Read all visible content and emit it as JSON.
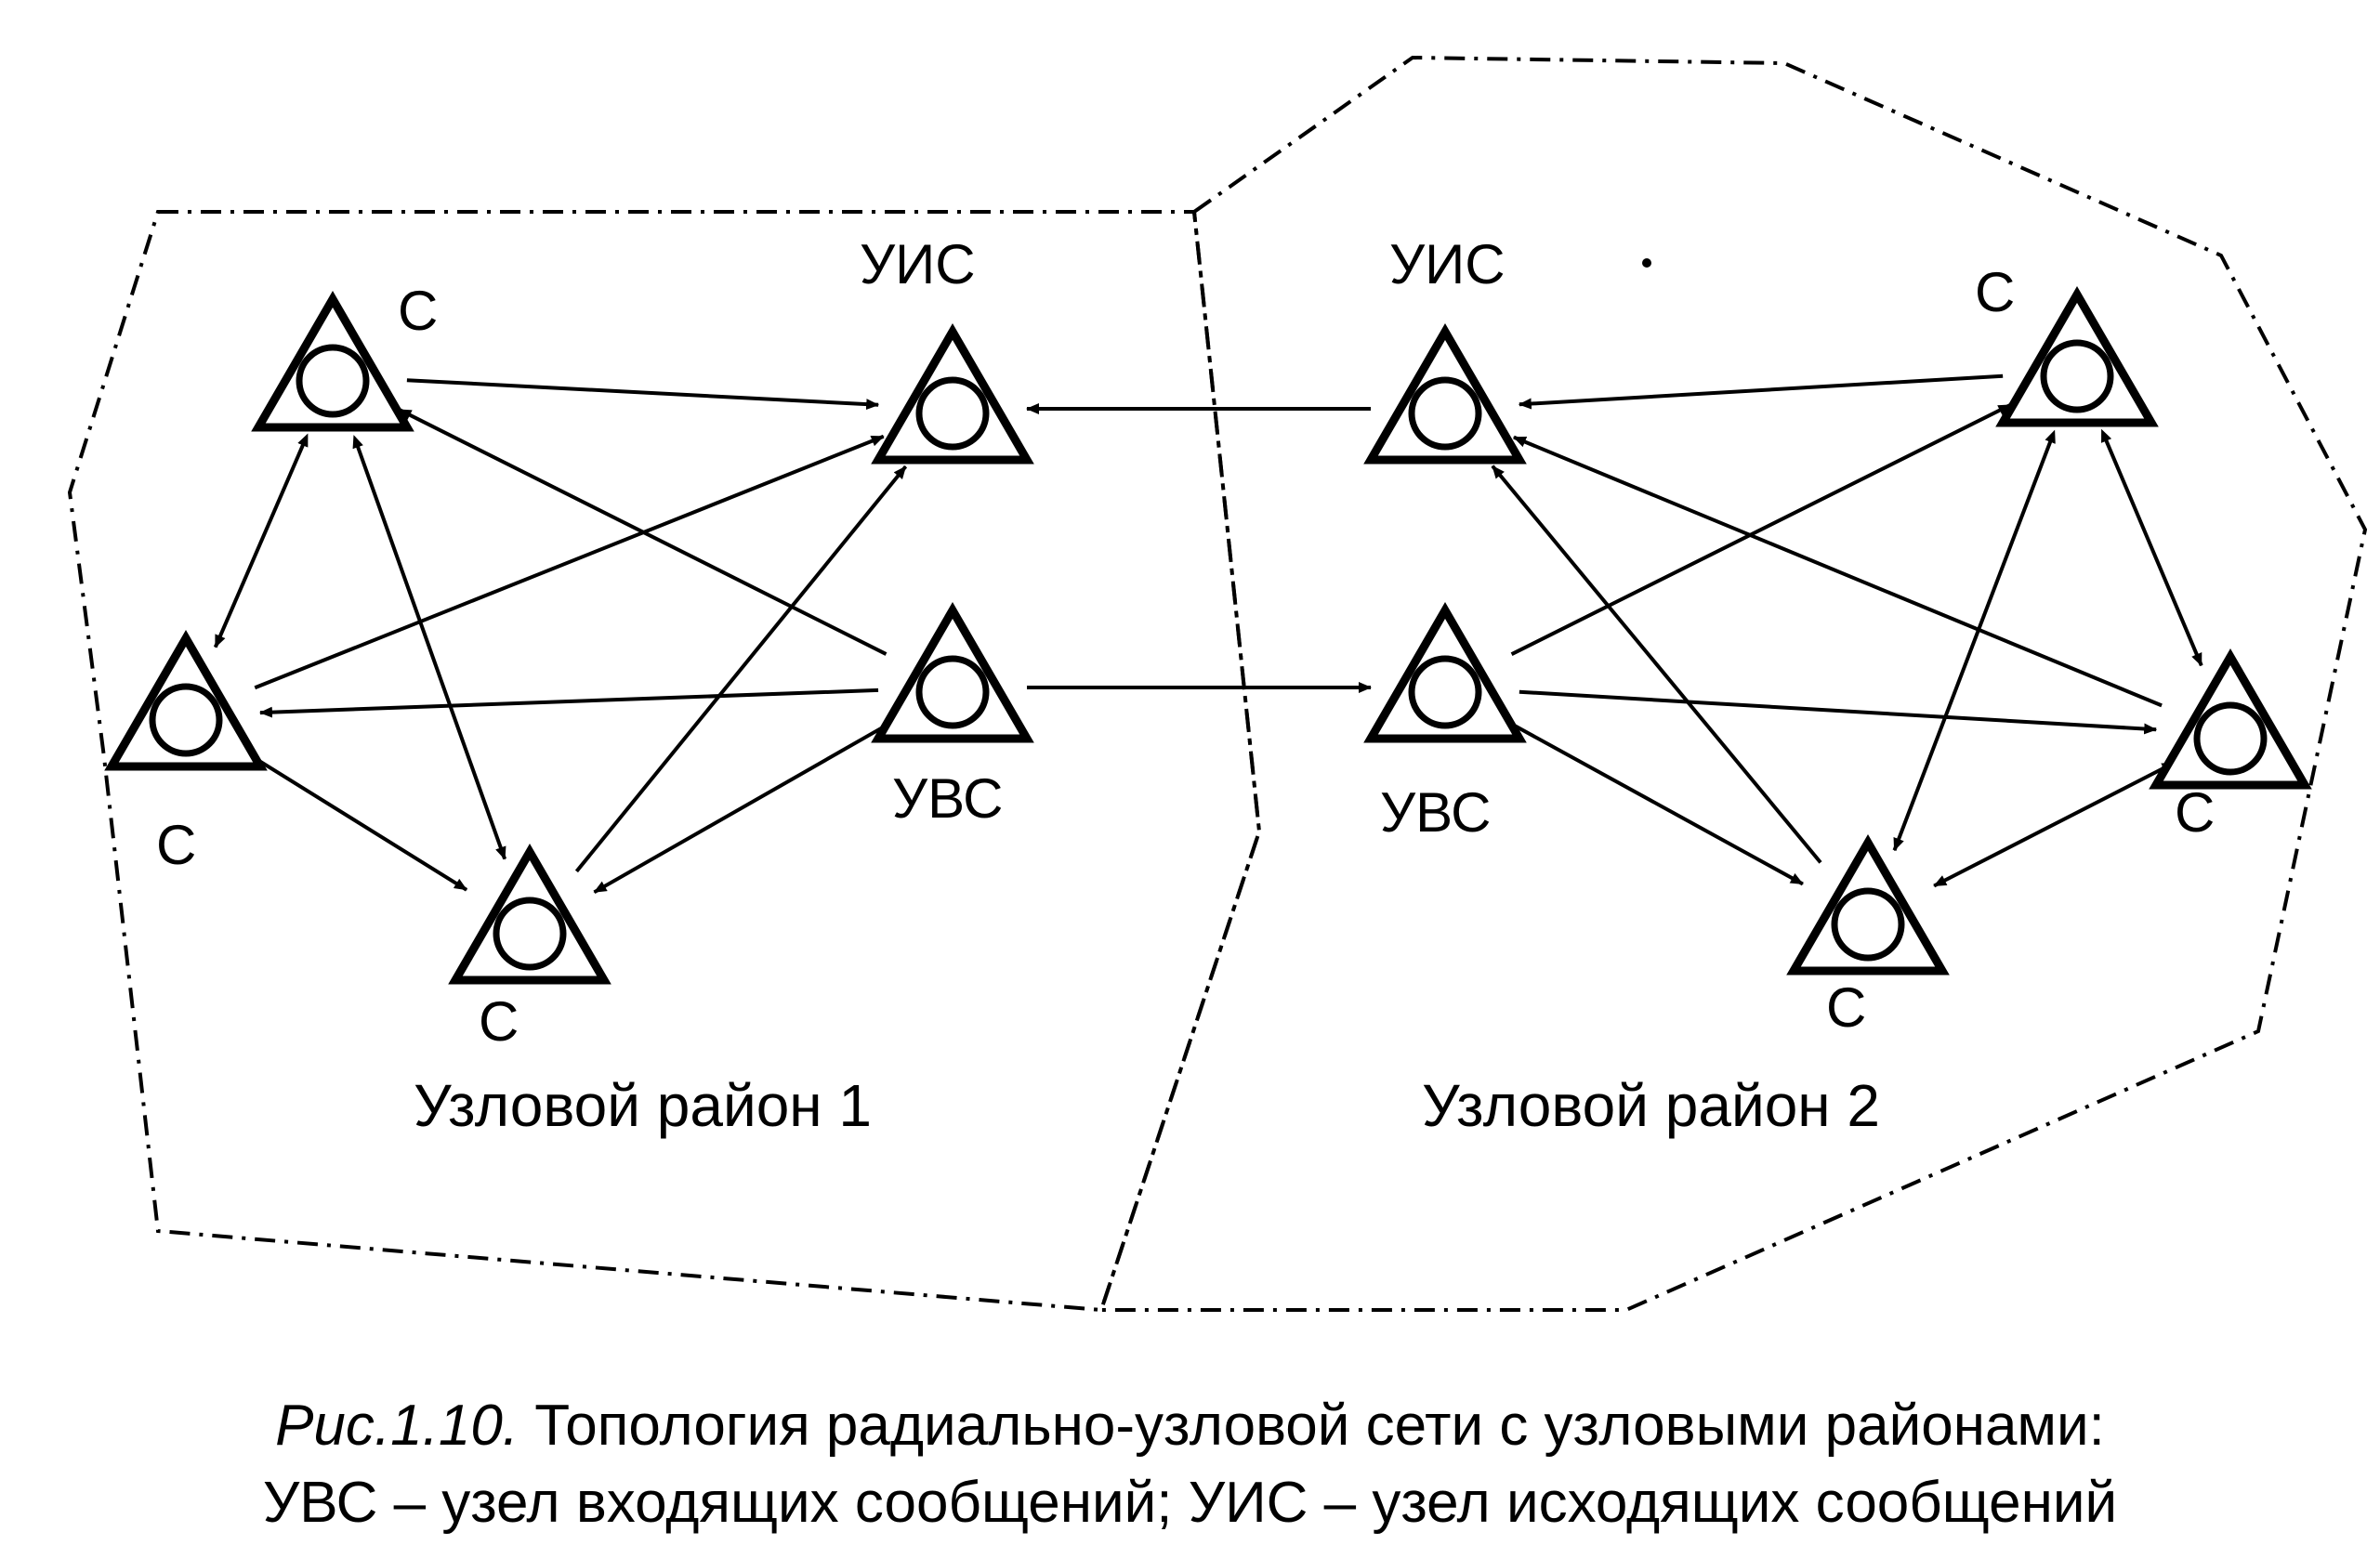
{
  "region_1": {
    "label": "Узловой район 1"
  },
  "region_2": {
    "label": "Узловой район 2"
  },
  "nodes": {
    "r1_uis": "УИС",
    "r1_uvs": "УВС",
    "r1_c_top": "С",
    "r1_c_left": "С",
    "r1_c_bottom": "С",
    "r2_uis": "УИС",
    "r2_uvs": "УВС",
    "r2_c_top": "С",
    "r2_c_right": "С",
    "r2_c_bottom": "С"
  },
  "caption": {
    "figure_ref": "Рис.1.10.",
    "line1": "Топология радиально-узловой сети с узловыми районами:",
    "line2": "УВС – узел входящих сообщений; УИС – узел исходящих сообщений"
  }
}
